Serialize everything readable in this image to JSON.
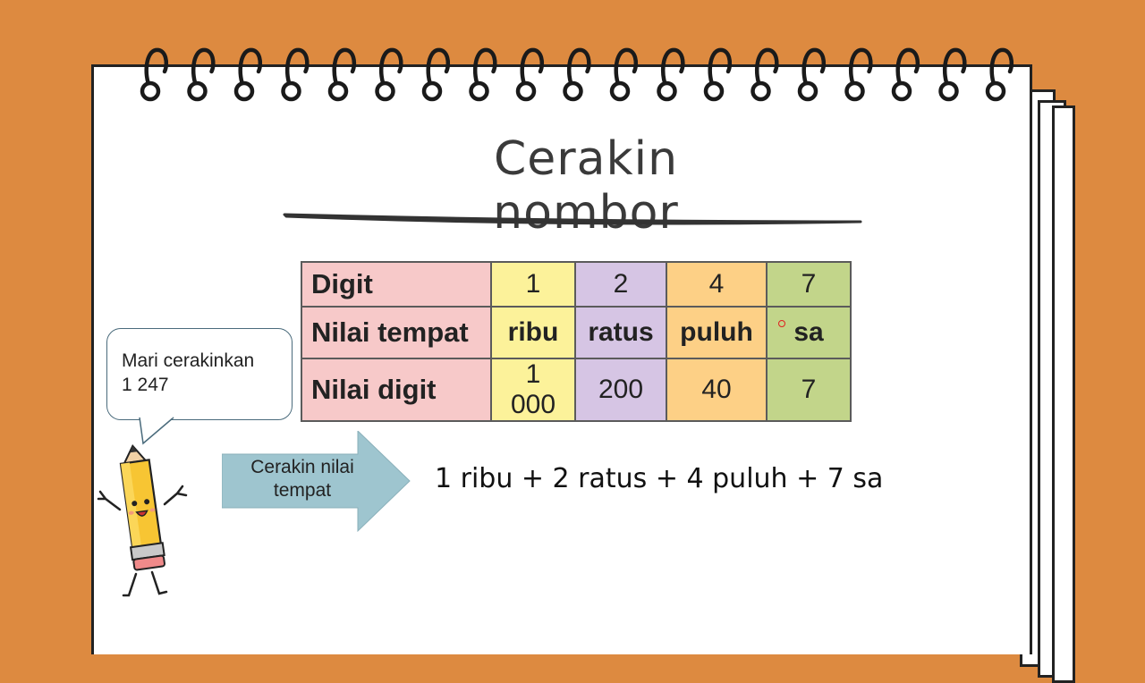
{
  "title": "Cerakin nombor",
  "table": {
    "rows": [
      {
        "label": "Digit",
        "cells": [
          "1",
          "2",
          "4",
          "7"
        ]
      },
      {
        "label": "Nilai tempat",
        "cells": [
          "ribu",
          "ratus",
          "puluh",
          "sa"
        ]
      },
      {
        "label": "Nilai digit",
        "cells": [
          "1 000",
          "200",
          "40",
          "7"
        ]
      }
    ]
  },
  "bubble": {
    "line1": "Mari cerakinkan",
    "line2": "1 247"
  },
  "arrow": {
    "line1": "Cerakin nilai",
    "line2": "tempat"
  },
  "expansion": "1 ribu + 2 ratus + 4 puluh + 7 sa",
  "colors": {
    "background": "#dd8a40",
    "header_col": "#f7c9c9",
    "col1": "#fcf29a",
    "col2": "#d6c5e4",
    "col3": "#fdd086",
    "col4": "#c2d58a",
    "arrow": "#9ec5cf"
  }
}
